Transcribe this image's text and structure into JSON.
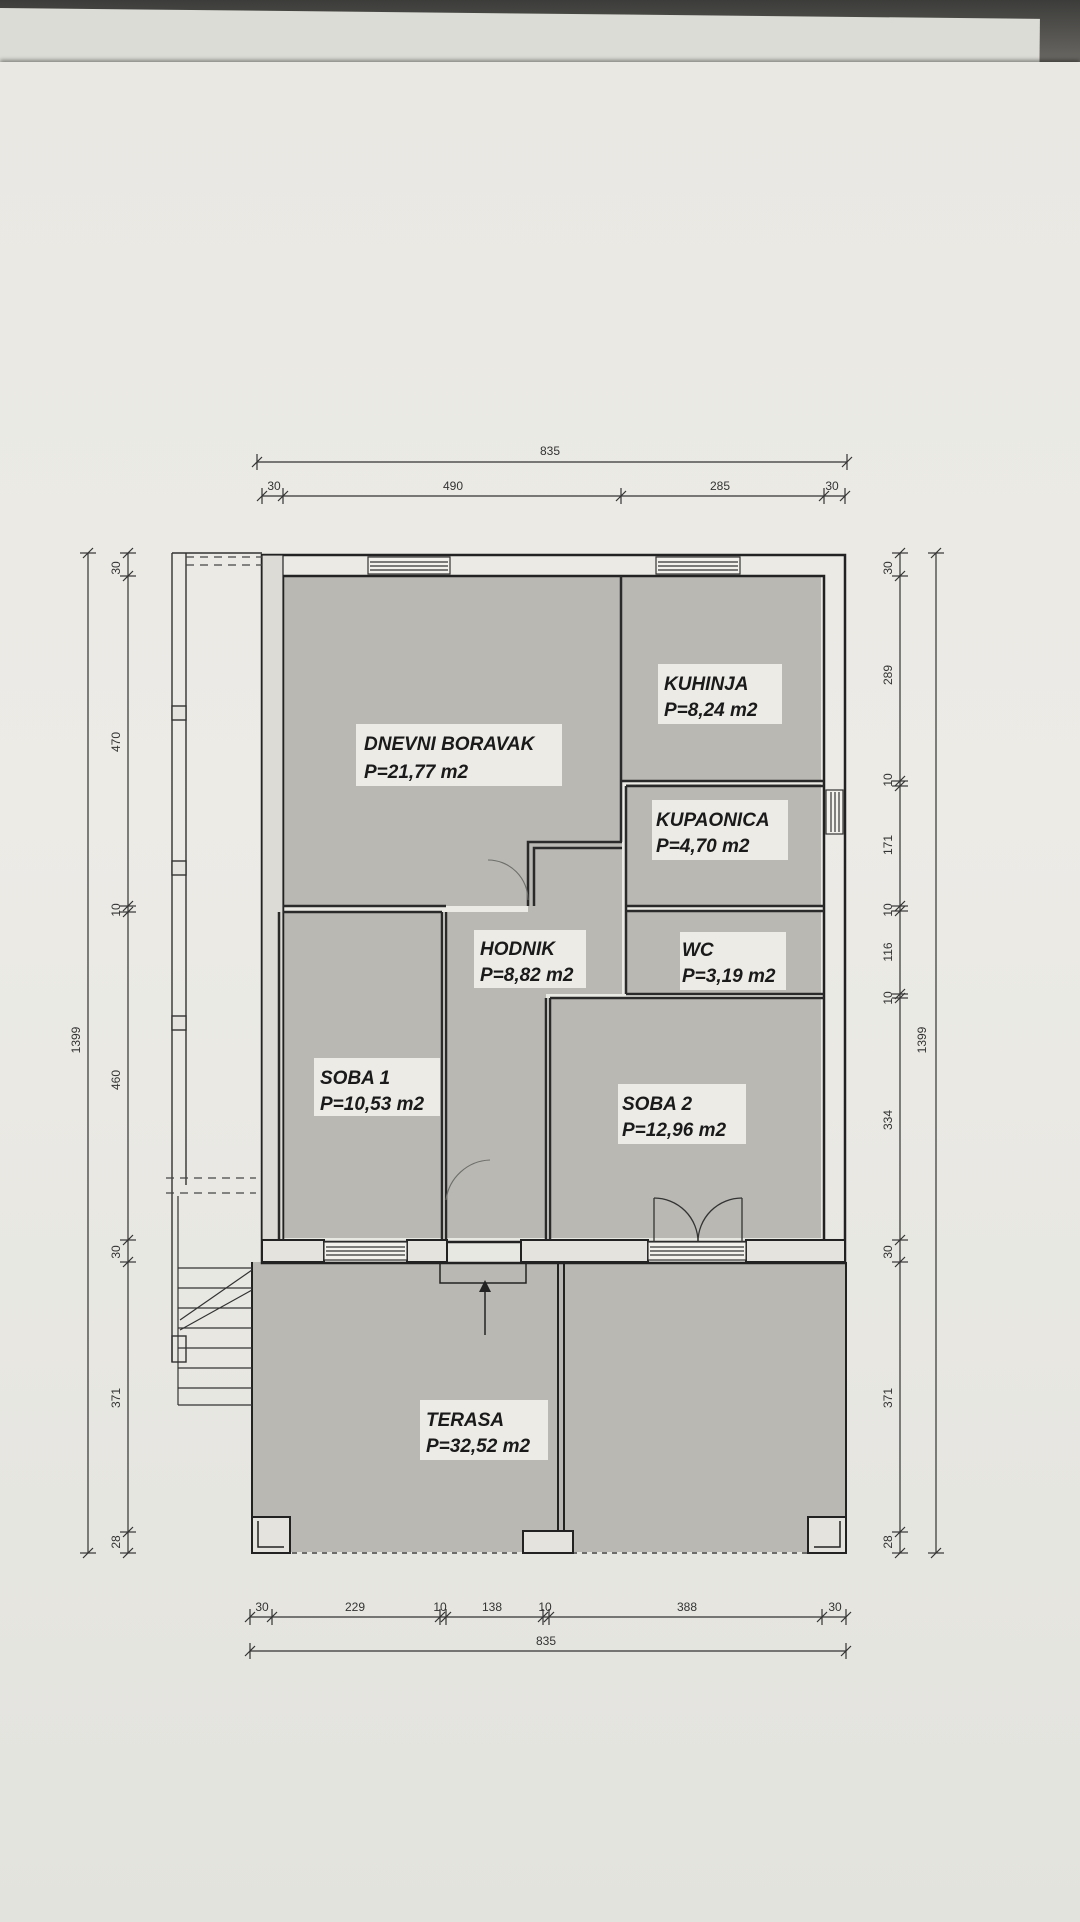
{
  "dimensions": {
    "top_total": "835",
    "top_segments": [
      "30",
      "490",
      "285",
      "30"
    ],
    "bottom_segments": [
      "30",
      "229",
      "10",
      "138",
      "10",
      "388",
      "30"
    ],
    "bottom_total": "835",
    "left_total": "1399",
    "left_segments": [
      "30",
      "470",
      "10",
      "460",
      "30",
      "371",
      "28"
    ],
    "right_total": "1399",
    "right_segments": [
      "30",
      "289",
      "10",
      "171",
      "10",
      "116",
      "10",
      "334",
      "30",
      "371",
      "28"
    ]
  },
  "rooms": {
    "dnevni_boravak": {
      "name": "DNEVNI BORAVAK",
      "area": "P=21,77 m2"
    },
    "kuhinja": {
      "name": "KUHINJA",
      "area": "P=8,24 m2"
    },
    "kupaonica": {
      "name": "KUPAONICA",
      "area": "P=4,70 m2"
    },
    "hodnik": {
      "name": "HODNIK",
      "area": "P=8,82 m2"
    },
    "wc": {
      "name": "WC",
      "area": "P=3,19 m2"
    },
    "soba1": {
      "name": "SOBA 1",
      "area": "P=10,53 m2"
    },
    "soba2": {
      "name": "SOBA 2",
      "area": "P=12,96 m2"
    },
    "terasa": {
      "name": "TERASA",
      "area": "P=32,52 m2"
    }
  }
}
